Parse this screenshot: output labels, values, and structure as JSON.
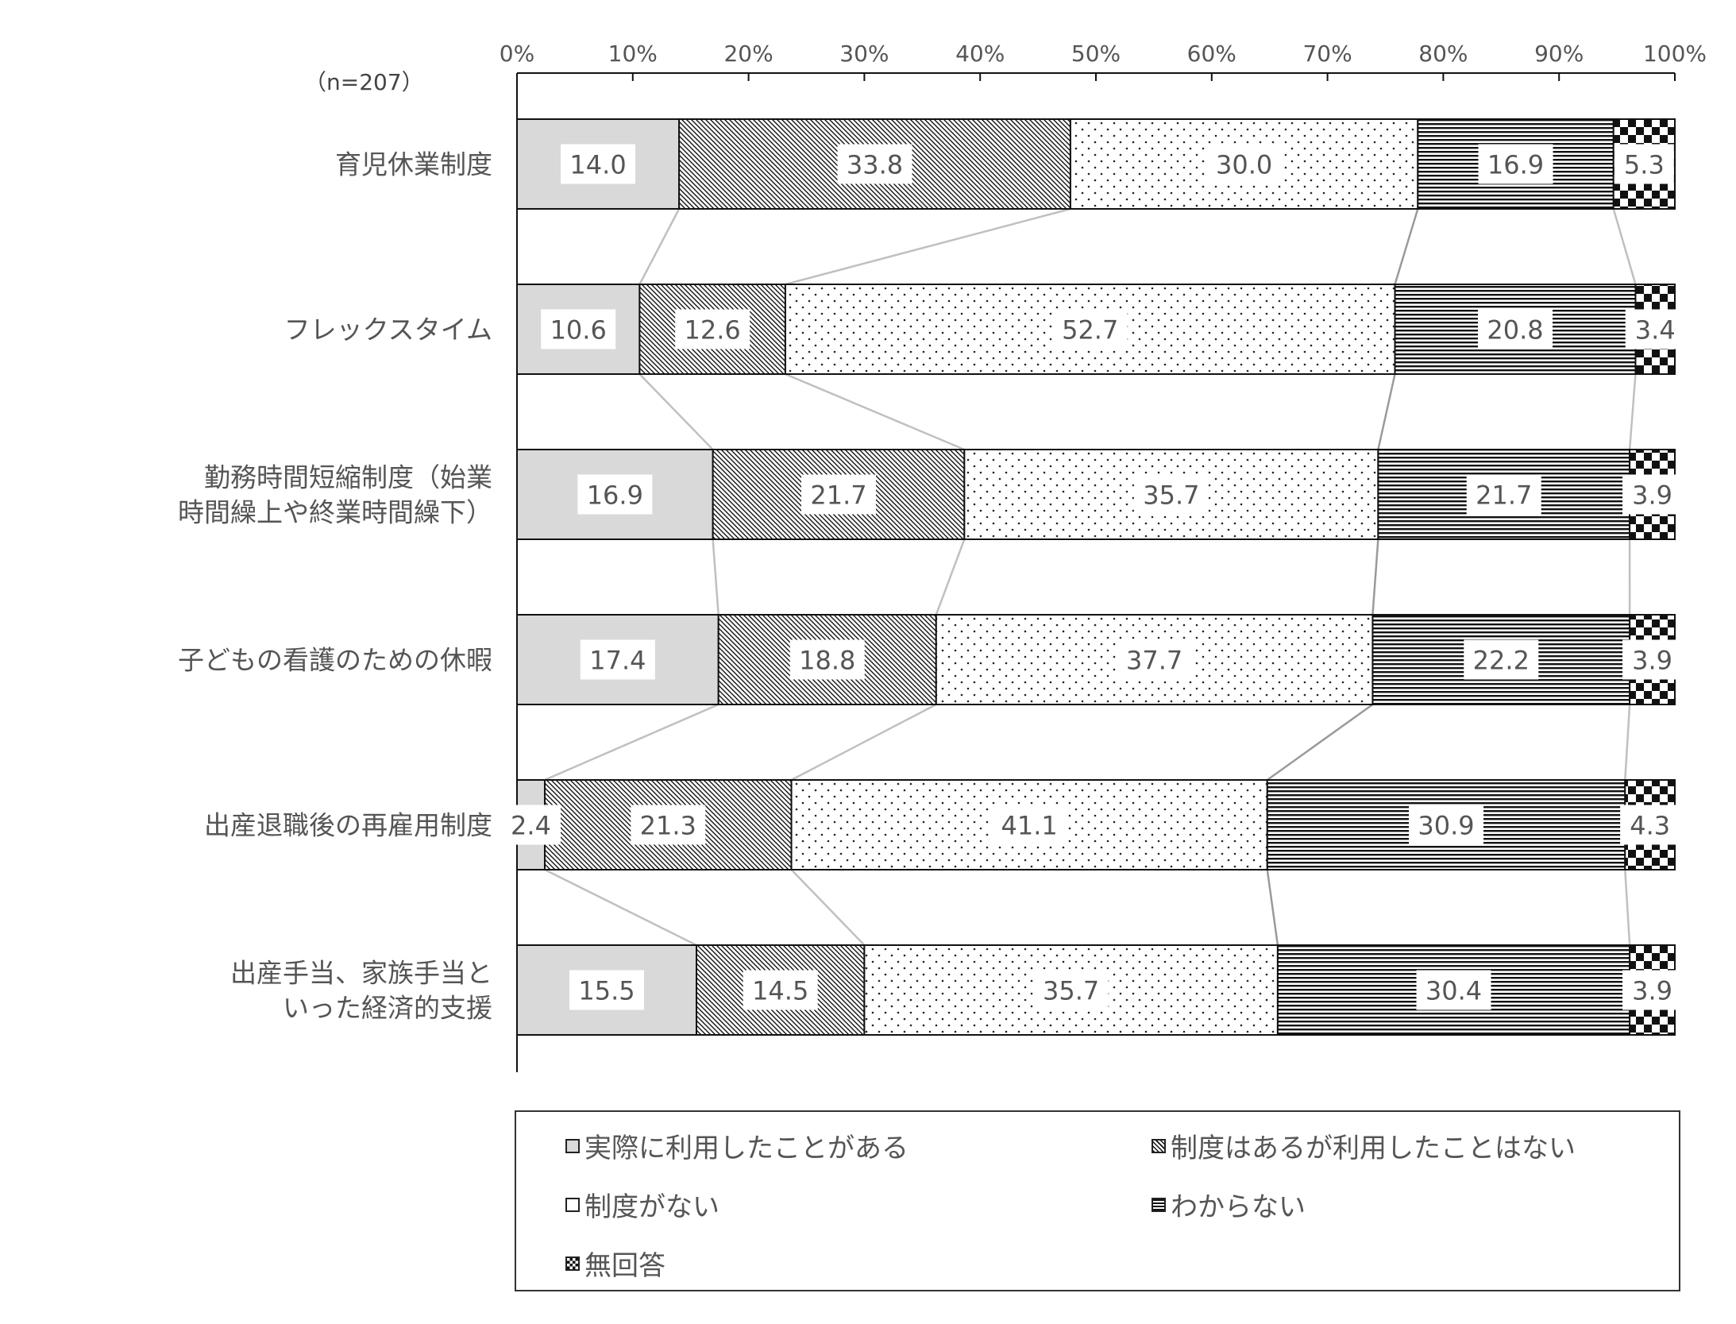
{
  "chart_data": {
    "type": "bar",
    "orientation": "horizontal-stacked-100",
    "sample_note": "（n=207）",
    "x_ticks": [
      "0%",
      "10%",
      "20%",
      "30%",
      "40%",
      "50%",
      "60%",
      "70%",
      "80%",
      "90%",
      "100%"
    ],
    "xlim": [
      0,
      100
    ],
    "categories": [
      [
        "育児休業制度"
      ],
      [
        "フレックスタイム"
      ],
      [
        "勤務時間短縮制度（始業",
        "時間繰上や終業時間繰下）"
      ],
      [
        "子どもの看護のための休暇"
      ],
      [
        "出産退職後の再雇用制度"
      ],
      [
        "出産手当、家族手当と",
        "いった経済的支援"
      ]
    ],
    "series": [
      {
        "name": "実際に利用したことがある",
        "pattern": "solid-gray",
        "values": [
          14.0,
          10.6,
          16.9,
          17.4,
          2.4,
          15.5
        ]
      },
      {
        "name": "制度はあるが利用したことはない",
        "pattern": "diagonal",
        "values": [
          33.8,
          12.6,
          21.7,
          18.8,
          21.3,
          14.5
        ]
      },
      {
        "name": "制度がない",
        "pattern": "dots",
        "values": [
          30.0,
          52.7,
          35.7,
          37.7,
          41.1,
          35.7
        ]
      },
      {
        "name": "わからない",
        "pattern": "horizontal",
        "values": [
          16.9,
          20.8,
          21.7,
          22.2,
          30.9,
          30.4
        ]
      },
      {
        "name": "無回答",
        "pattern": "checker",
        "values": [
          5.3,
          3.4,
          3.9,
          3.9,
          4.3,
          3.9
        ]
      }
    ],
    "value_labels": [
      [
        "14.0",
        "33.8",
        "30.0",
        "16.9",
        "5.3"
      ],
      [
        "10.6",
        "12.6",
        "52.7",
        "20.8",
        "3.4"
      ],
      [
        "16.9",
        "21.7",
        "35.7",
        "21.7",
        "3.9"
      ],
      [
        "17.4",
        "18.8",
        "37.7",
        "22.2",
        "3.9"
      ],
      [
        "2.4",
        "21.3",
        "41.1",
        "30.9",
        "4.3"
      ],
      [
        "15.5",
        "14.5",
        "35.7",
        "30.4",
        "3.9"
      ]
    ],
    "legend_position": "bottom",
    "series_lines": true
  }
}
